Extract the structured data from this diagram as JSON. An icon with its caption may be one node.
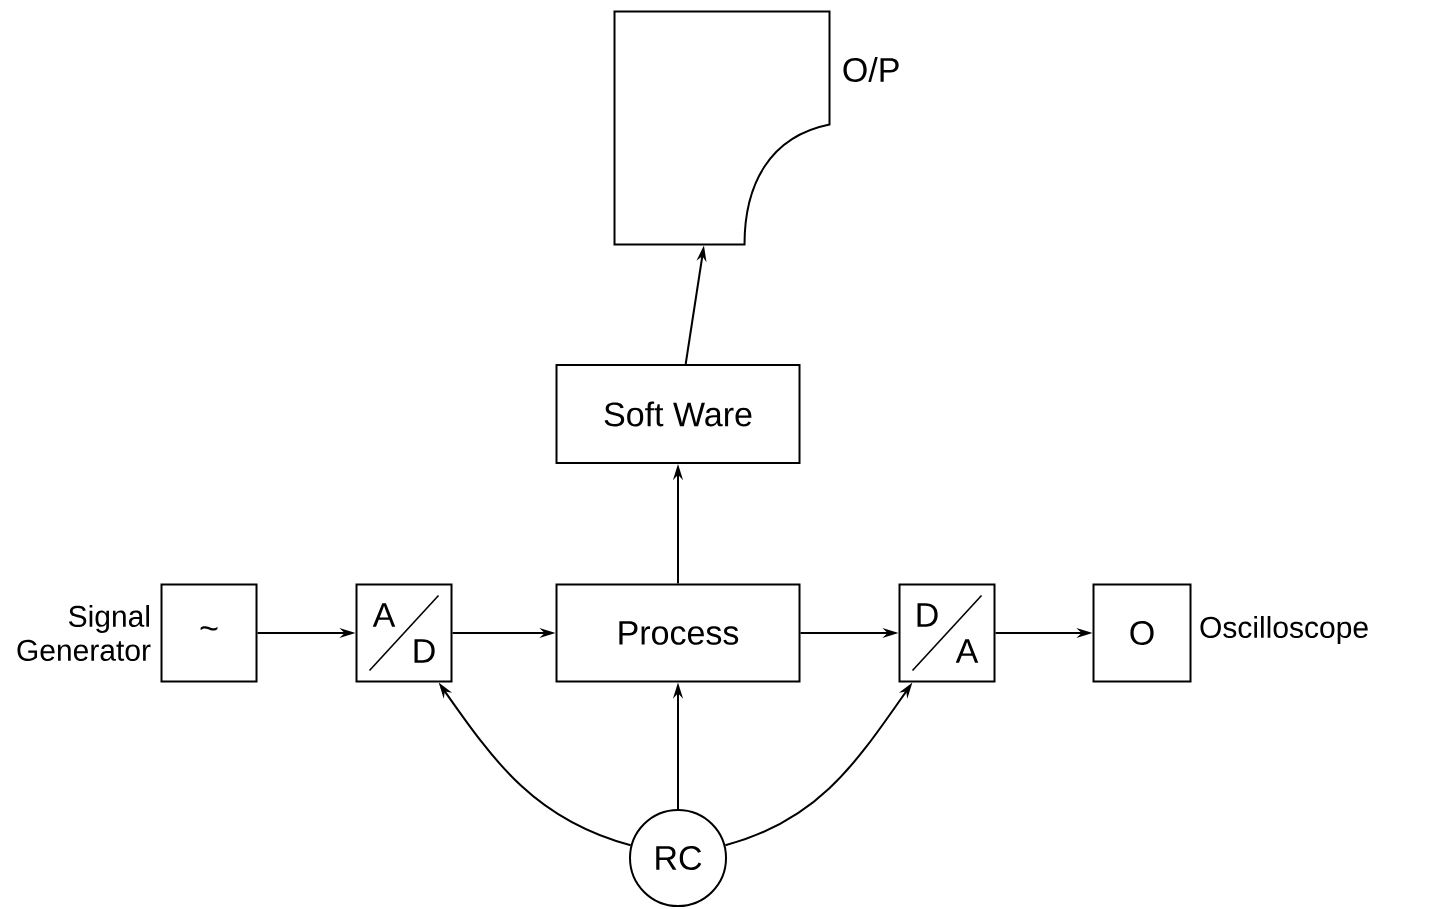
{
  "diagram": {
    "nodes": [
      {
        "text": [
          "O/P"
        ]
      },
      {
        "text": [
          "Soft Ware"
        ]
      },
      {
        "text": [
          "~"
        ],
        "beside": [
          "Signal Generator"
        ]
      },
      {
        "text": [
          "A",
          "D"
        ]
      },
      {
        "text": [
          "Process"
        ]
      },
      {
        "text": [
          "D",
          "A"
        ]
      },
      {
        "text": [
          "O"
        ],
        "beside": [
          "Oscilloscope"
        ]
      },
      {
        "text": [
          "RC"
        ]
      }
    ],
    "edges": [
      {
        "from": 2,
        "to": 3,
        "arrow": "to"
      },
      {
        "from": 3,
        "to": 4,
        "arrow": "to"
      },
      {
        "from": 4,
        "to": 5,
        "arrow": "to"
      },
      {
        "from": 5,
        "to": 6,
        "arrow": "to"
      },
      {
        "from": 4,
        "to": 1,
        "arrow": "to"
      },
      {
        "from": 1,
        "to": 0,
        "arrow": "to"
      },
      {
        "from": 7,
        "to": 3,
        "arrow": "to"
      },
      {
        "from": 7,
        "to": 4,
        "arrow": "to"
      },
      {
        "from": 7,
        "to": 5,
        "arrow": "to"
      }
    ]
  }
}
